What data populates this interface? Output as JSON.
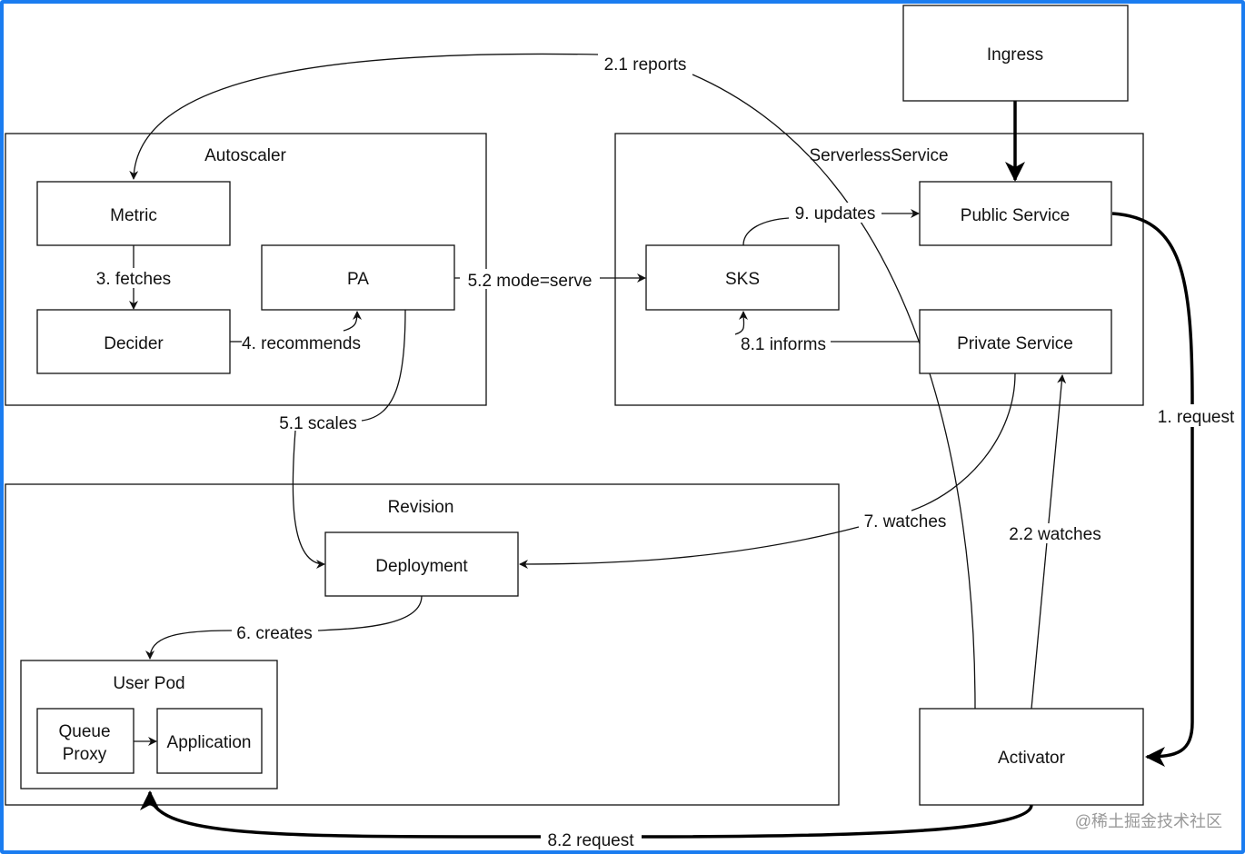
{
  "border_color": "#1a7cf0",
  "containers": {
    "autoscaler": "Autoscaler",
    "serverless_service": "ServerlessService",
    "revision": "Revision",
    "user_pod": "User Pod"
  },
  "nodes": {
    "ingress": "Ingress",
    "metric": "Metric",
    "decider": "Decider",
    "pa": "PA",
    "sks": "SKS",
    "public_service": "Public Service",
    "private_service": "Private Service",
    "deployment": "Deployment",
    "queue_proxy_line1": "Queue",
    "queue_proxy_line2": "Proxy",
    "application": "Application",
    "activator": "Activator"
  },
  "edges": {
    "request_1": "1. request",
    "reports_2_1": "2.1 reports",
    "watches_2_2": "2.2 watches",
    "fetches_3": "3. fetches",
    "recommends_4": "4. recommends",
    "scales_5_1": "5.1 scales",
    "mode_serve_5_2": "5.2 mode=serve",
    "creates_6": "6. creates",
    "watches_7": "7. watches",
    "informs_8_1": "8.1 informs",
    "request_8_2": "8.2 request",
    "updates_9": "9. updates"
  },
  "watermark": "@稀土掘金技术社区"
}
